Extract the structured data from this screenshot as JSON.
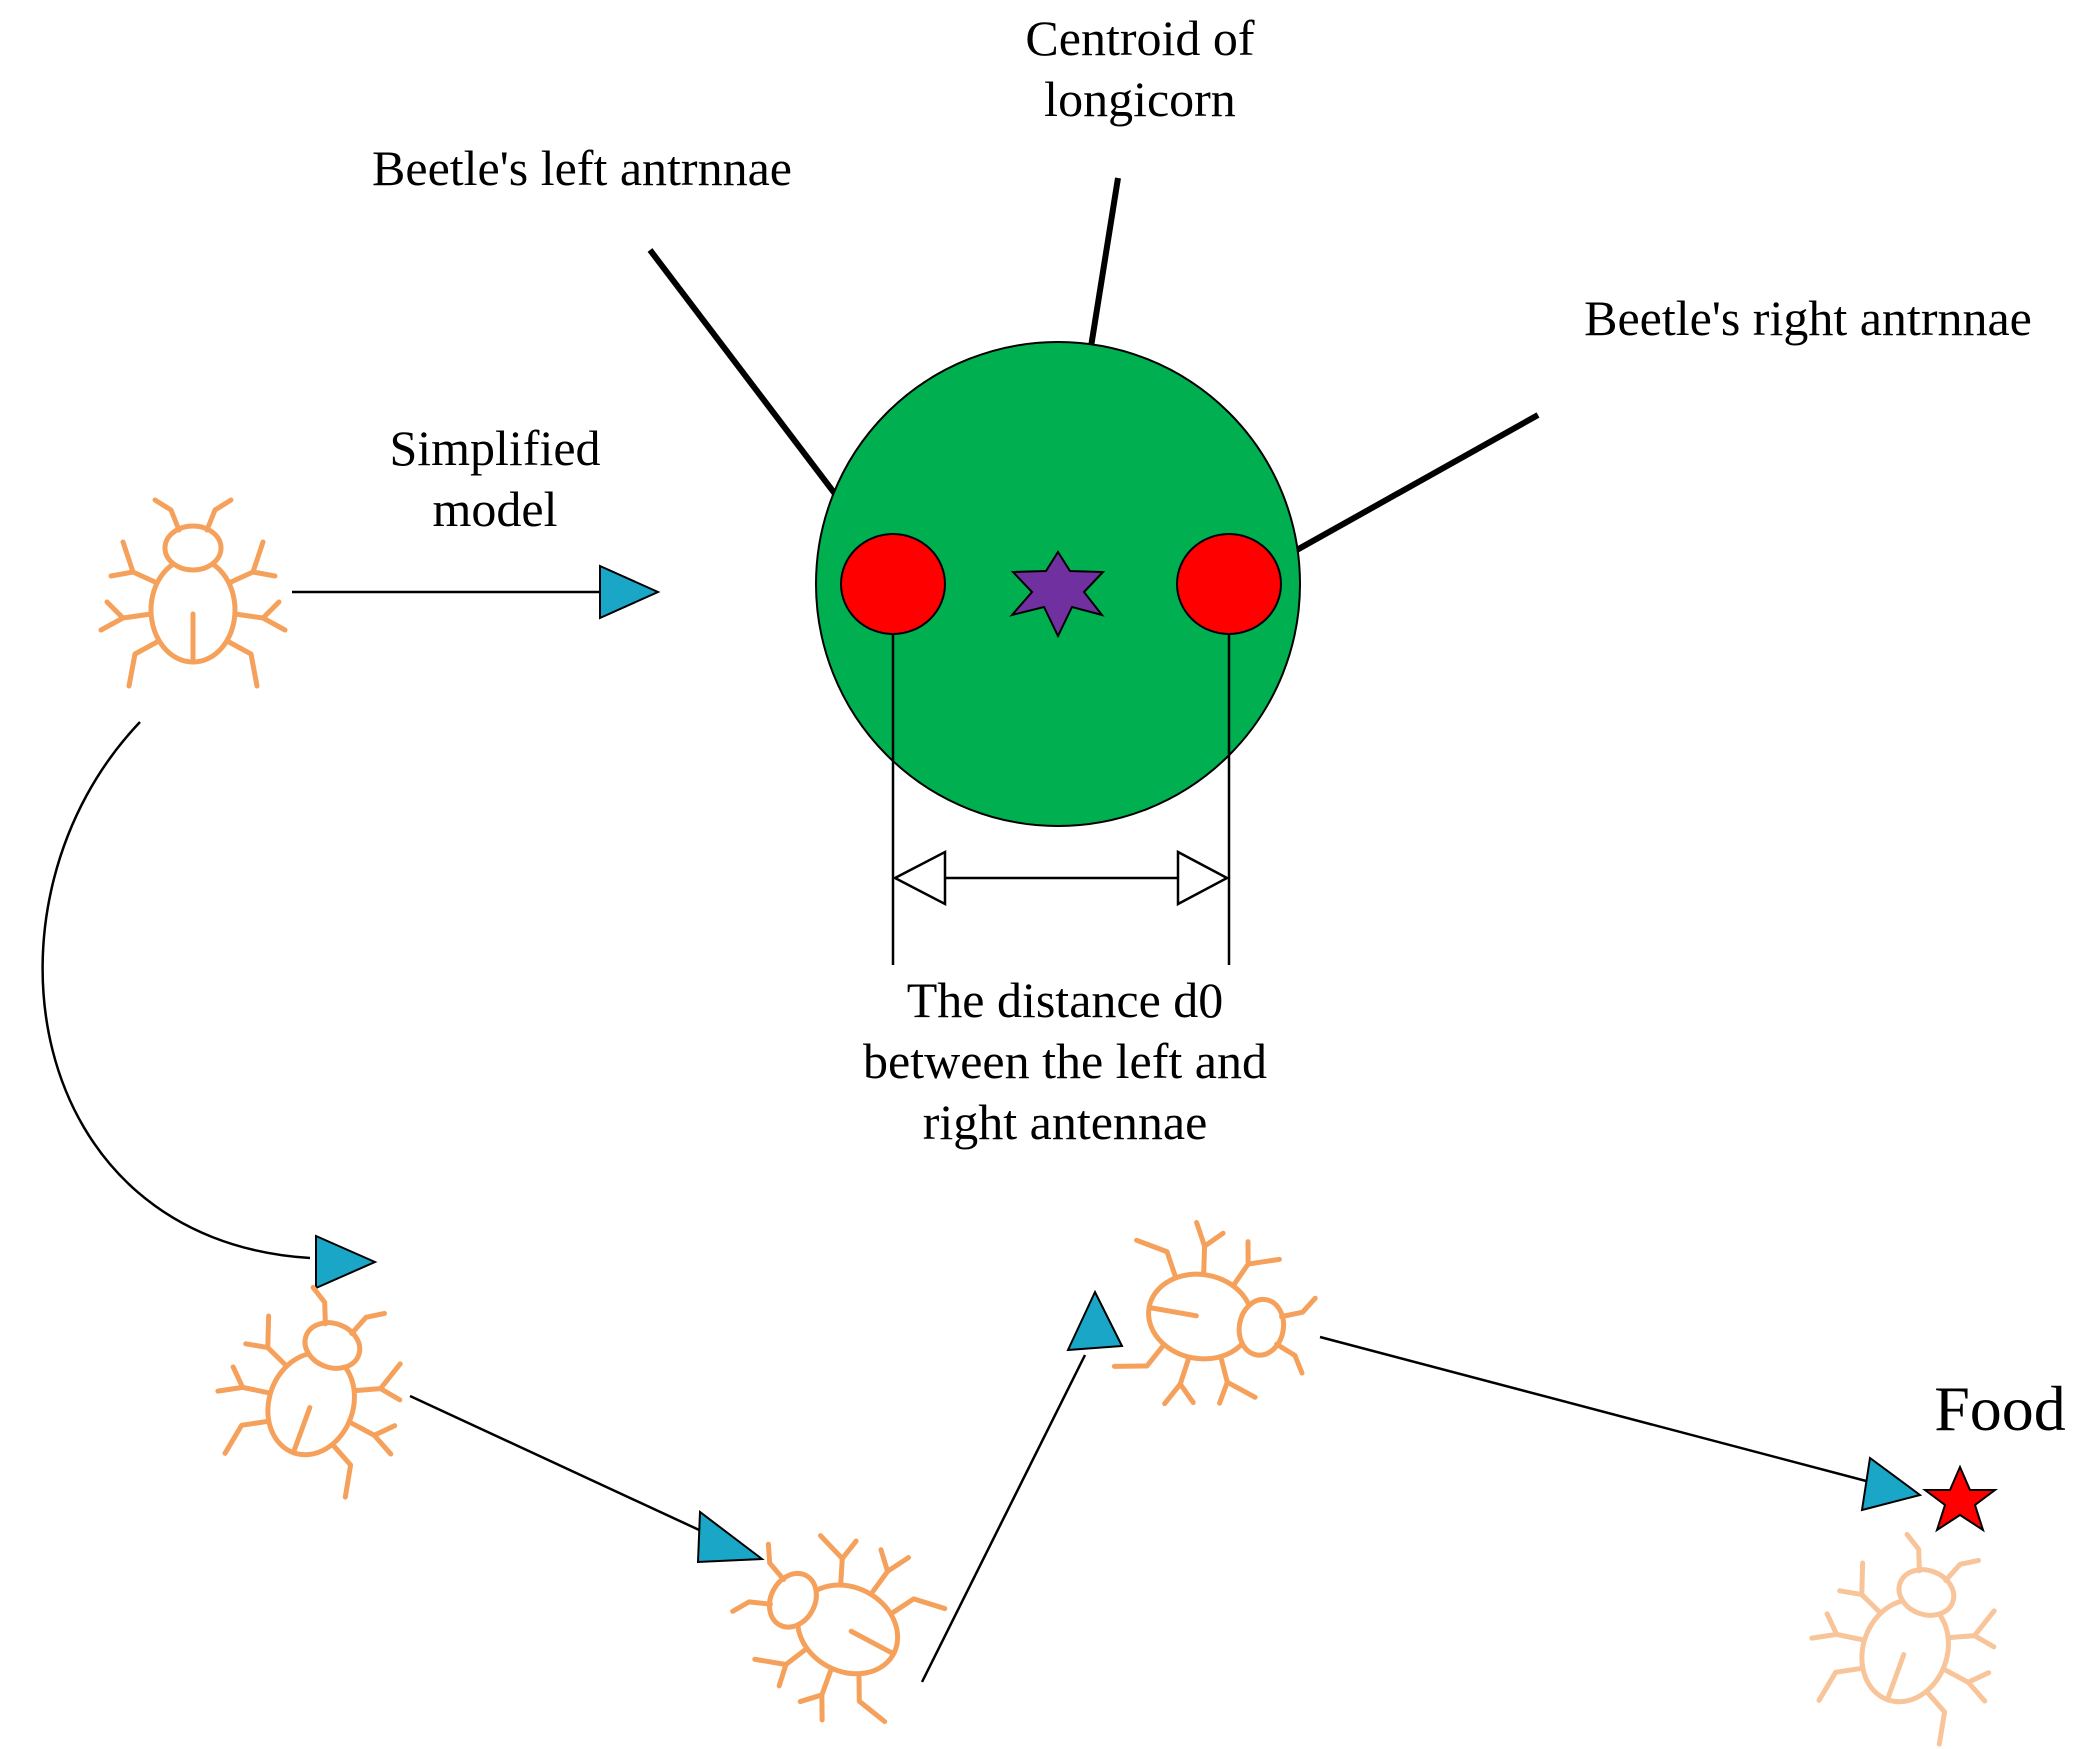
{
  "labels": {
    "centroid": [
      "Centroid of",
      "longicorn"
    ],
    "left_antenna": "Beetle's left antrnnae",
    "right_antenna": "Beetle's right antrnnae",
    "simplified": [
      "Simplified",
      "model"
    ],
    "distance": [
      "The distance d0",
      "between the left and",
      "right antennae"
    ],
    "food": "Food"
  },
  "colors": {
    "body_circle": "#00b050",
    "antenna": "#ff0000",
    "centroid_star": "#7030a0",
    "food_star": "#ff0000",
    "beetle": "#f5a15b",
    "path_arrowhead": "#1aa7c7"
  },
  "icons": {
    "beetle": "beetle-icon",
    "centroid": "six-point-star-icon",
    "food": "five-point-star-icon",
    "path_step": "triangle-arrow-icon"
  }
}
